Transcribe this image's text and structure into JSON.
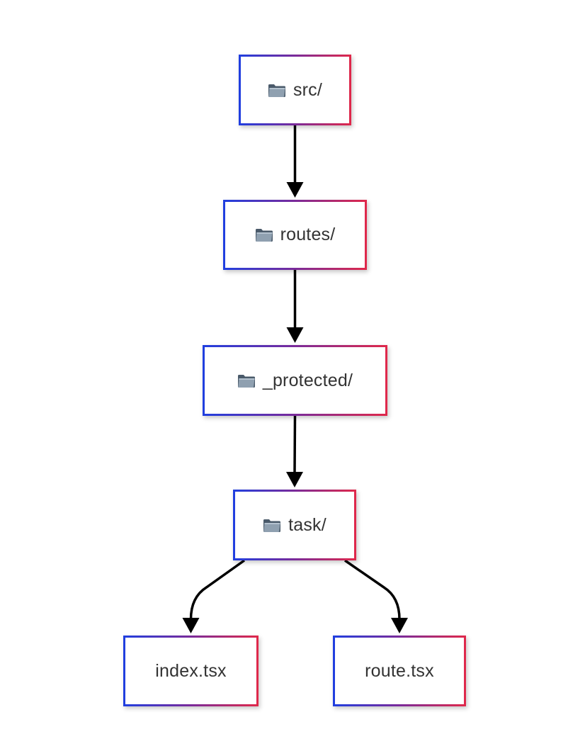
{
  "nodes": [
    {
      "id": "src",
      "label": "src/",
      "icon": "folder-icon"
    },
    {
      "id": "routes",
      "label": "routes/",
      "icon": "folder-icon"
    },
    {
      "id": "protected",
      "label": "_protected/",
      "icon": "folder-icon"
    },
    {
      "id": "task",
      "label": "task/",
      "icon": "folder-icon"
    },
    {
      "id": "index",
      "label": "index.tsx",
      "icon": null
    },
    {
      "id": "route",
      "label": "route.tsx",
      "icon": null
    }
  ],
  "edges": [
    {
      "from": "src",
      "to": "routes"
    },
    {
      "from": "routes",
      "to": "protected"
    },
    {
      "from": "protected",
      "to": "task"
    },
    {
      "from": "task",
      "to": "index"
    },
    {
      "from": "task",
      "to": "route"
    }
  ],
  "colors": {
    "border_start": "#1f3fe0",
    "border_end": "#e0284a",
    "text": "#333333",
    "edge": "#000000"
  }
}
